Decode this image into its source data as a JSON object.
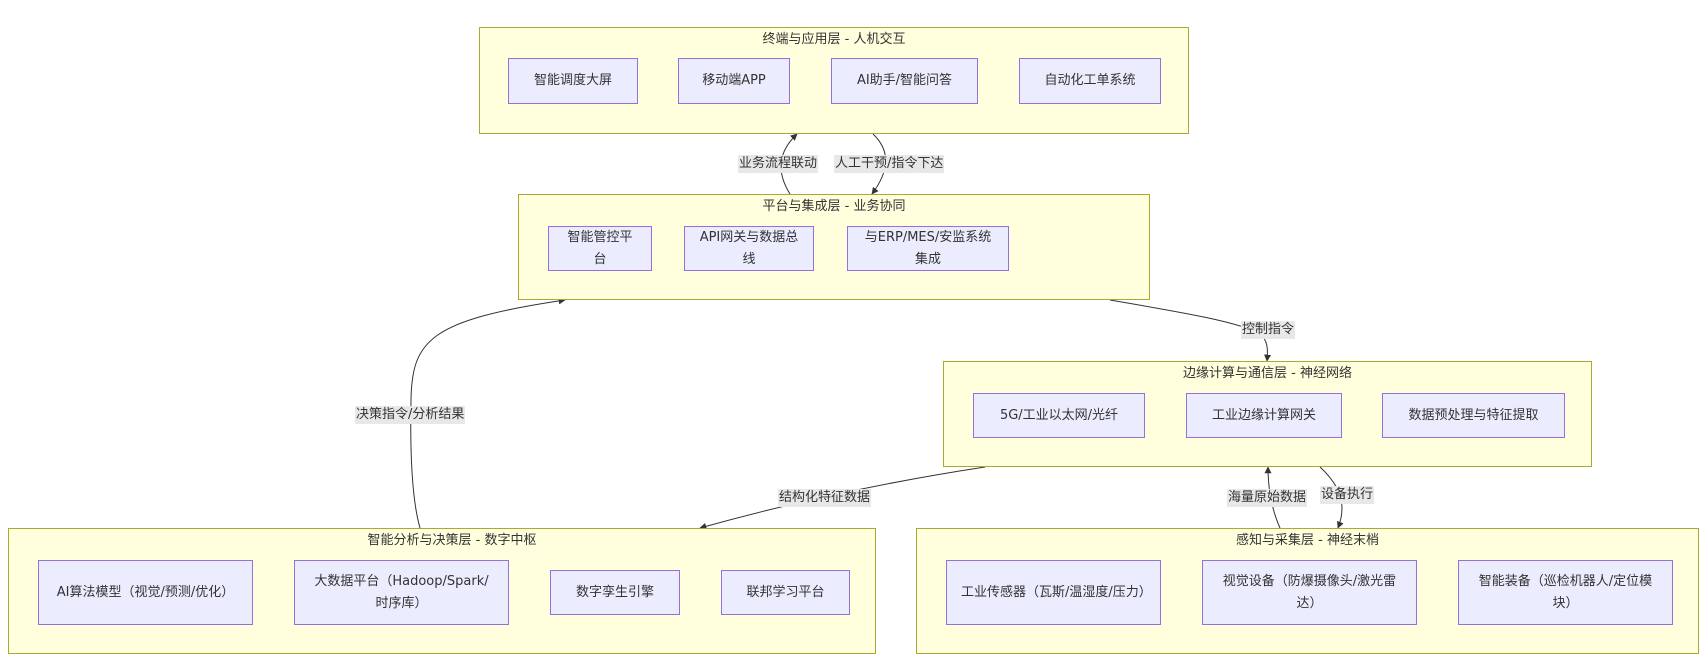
{
  "layers": {
    "terminal": {
      "title": "终端与应用层 - 人机交互",
      "nodes": [
        "智能调度大屏",
        "移动端APP",
        "AI助手/智能问答",
        "自动化工单系统"
      ]
    },
    "platform": {
      "title": "平台与集成层 - 业务协同",
      "nodes": [
        "智能管控平台",
        "API网关与数据总线",
        "与ERP/MES/安监系统集成"
      ]
    },
    "edge": {
      "title": "边缘计算与通信层 - 神经网络",
      "nodes": [
        "5G/工业以太网/光纤",
        "工业边缘计算网关",
        "数据预处理与特征提取"
      ]
    },
    "analysis": {
      "title": "智能分析与决策层 - 数字中枢",
      "nodes": [
        "AI算法模型（视觉/预测/优化）",
        "大数据平台（Hadoop/Spark/时序库）",
        "数字孪生引擎",
        "联邦学习平台"
      ]
    },
    "perception": {
      "title": "感知与采集层 - 神经末梢",
      "nodes": [
        "工业传感器（瓦斯/温湿度/压力）",
        "视觉设备（防爆摄像头/激光雷达）",
        "智能装备（巡检机器人/定位模块）"
      ]
    }
  },
  "edges": {
    "platform_to_terminal": "业务流程联动",
    "terminal_to_platform": "人工干预/指令下达",
    "platform_to_edge": "控制指令",
    "analysis_to_platform": "决策指令/分析结果",
    "edge_to_analysis": "结构化特征数据",
    "perception_to_edge": "海量原始数据",
    "edge_to_perception": "设备执行"
  },
  "colors": {
    "layer_bg": "#ffffde",
    "layer_border": "#aaaa33",
    "node_bg": "#ececff",
    "node_border": "#9370db",
    "edge_stroke": "#333333",
    "label_bg": "#e8e8e8"
  }
}
